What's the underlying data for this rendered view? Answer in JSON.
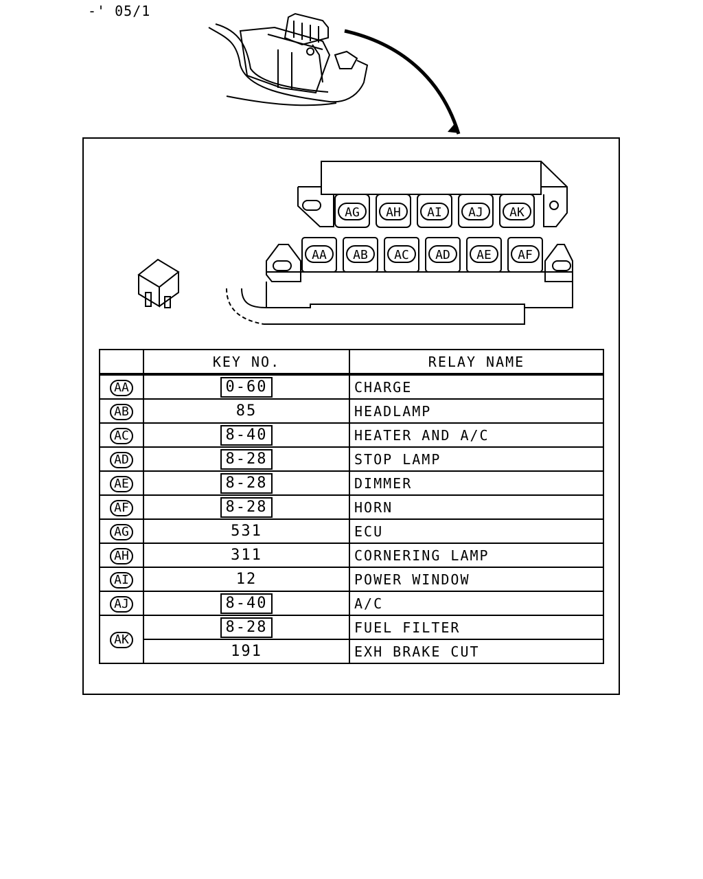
{
  "page_ref": "-' 05/1",
  "relay_box": {
    "upper_row": [
      "AG",
      "AH",
      "AI",
      "AJ",
      "AK"
    ],
    "lower_row": [
      "AA",
      "AB",
      "AC",
      "AD",
      "AE",
      "AF"
    ]
  },
  "table": {
    "headers": [
      "",
      "KEY NO.",
      "RELAY NAME"
    ],
    "rows": [
      {
        "code": "AA",
        "key": "0-60",
        "boxed": true,
        "name": "CHARGE"
      },
      {
        "code": "AB",
        "key": "85",
        "boxed": false,
        "name": "HEADLAMP"
      },
      {
        "code": "AC",
        "key": "8-40",
        "boxed": true,
        "name": "HEATER AND A/C"
      },
      {
        "code": "AD",
        "key": "8-28",
        "boxed": true,
        "name": "STOP LAMP"
      },
      {
        "code": "AE",
        "key": "8-28",
        "boxed": true,
        "name": "DIMMER"
      },
      {
        "code": "AF",
        "key": "8-28",
        "boxed": true,
        "name": "HORN"
      },
      {
        "code": "AG",
        "key": "531",
        "boxed": false,
        "name": "ECU"
      },
      {
        "code": "AH",
        "key": "311",
        "boxed": false,
        "name": "CORNERING LAMP"
      },
      {
        "code": "AI",
        "key": "12",
        "boxed": false,
        "name": "POWER WINDOW"
      },
      {
        "code": "AJ",
        "key": "8-40",
        "boxed": true,
        "name": "A/C"
      },
      {
        "code": "AK",
        "key": "8-28",
        "boxed": true,
        "name": "FUEL FILTER"
      },
      {
        "code": "",
        "key": "191",
        "boxed": false,
        "name": "EXH BRAKE CUT"
      }
    ]
  }
}
